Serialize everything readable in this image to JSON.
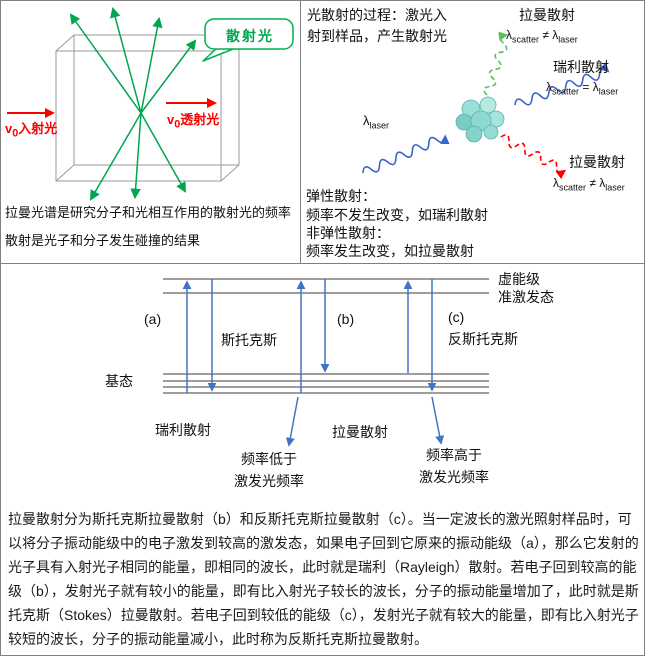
{
  "colors": {
    "red": "#ff0000",
    "green": "#00a550",
    "blue": "#4472c4",
    "teal": "#8ed8d1",
    "border": "#7f7f7f"
  },
  "symbols": {
    "lambda": "λ",
    "sub_scatter": "scatter",
    "sub_laser": "laser",
    "neq": " ≠ ",
    "eq": " = ",
    "v": "v",
    "sub_zero": "0"
  },
  "box_panel": {
    "callout": "散射光",
    "incident": "入射光",
    "transmitted": "透射光",
    "caption_line1": "拉曼光谱是研究分子和光相互作用的散射光的频率",
    "caption_line2": "散射是光子和分子发生碰撞的结果"
  },
  "process_panel": {
    "intro_line1": "光散射的过程：激光入",
    "intro_line2": "射到样品，产生散射光",
    "raman_top_label": "拉曼散射",
    "rayleigh_label": "瑞利散射",
    "raman_bottom_label": "拉曼散射",
    "elastic_title": "弹性散射：",
    "elastic_desc": "频率不发生改变，如瑞利散射",
    "inelastic_title": "非弹性散射：",
    "inelastic_desc": "频率发生改变，如拉曼散射"
  },
  "energy_panel": {
    "virtual_level": "虚能级",
    "quasi_excited": "准激发态",
    "label_a": "(a)",
    "label_b": "(b)",
    "label_c": "(c)",
    "stokes": "斯托克斯",
    "anti_stokes": "反斯托克斯",
    "ground_state": "基态",
    "rayleigh": "瑞利散射",
    "raman": "拉曼散射",
    "freq_lower_line1": "频率低于",
    "freq_lower_line2": "激发光频率",
    "freq_higher_line1": "频率高于",
    "freq_higher_line2": "激发光频率"
  },
  "paragraph": "拉曼散射分为斯托克斯拉曼散射（b）和反斯托克斯拉曼散射（c）。当一定波长的激光照射样品时，可以将分子振动能级中的电子激发到较高的激发态，如果电子回到它原来的振动能级（a），那么它发射的光子具有入射光子相同的能量，即相同的波长，此时就是瑞利（Rayleigh）散射。若电子回到较高的能级（b），发射光子就有较小的能量，即有比入射光子较长的波长，分子的振动能量增加了，此时就是斯托克斯（Stokes）拉曼散射。若电子回到较低的能级（c），发射光子就有较大的能量，即有比入射光子较短的波长，分子的振动能量减小，此时称为反斯托克斯拉曼散射。"
}
